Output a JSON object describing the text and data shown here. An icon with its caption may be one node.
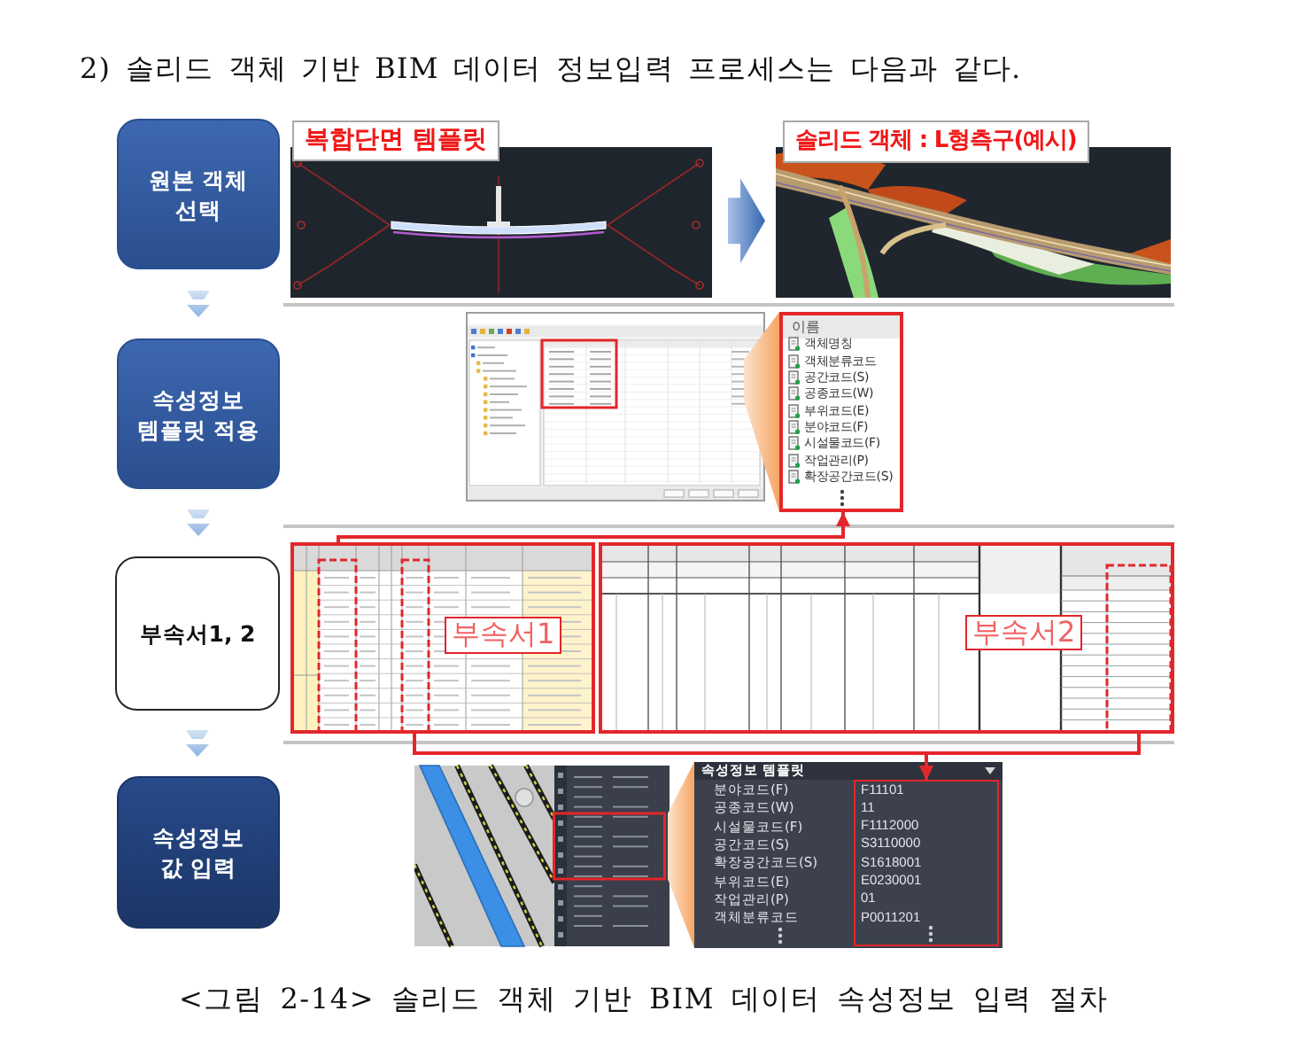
{
  "diagram": {
    "title": "2) 솔리드 객체 기반 BIM 데이터 정보입력 프로세스는 다음과 같다.",
    "caption": "<그림 2-14> 솔리드 객체 기반 BIM 데이터 속성정보 입력 절차",
    "nodes": [
      {
        "text": [
          "원본 객체 선택"
        ]
      },
      {
        "text": [
          "복합단면 템플릿"
        ]
      },
      {
        "text": [
          "솔리드 객체 : L형측구(예시)"
        ]
      },
      {
        "text": [
          "속성정보 템플릿 적용"
        ]
      },
      {
        "text": [],
        "shape": "picture"
      },
      {
        "text": [
          "이름",
          "객체명칭",
          "객체분류코드",
          "공간코드(S)",
          "공종코드(W)",
          "부위코드(E)",
          "분야코드(F)",
          "시설물코드(F)",
          "작업관리(P)",
          "확장공간코드(S)"
        ]
      },
      {
        "text": [
          "부속서1, 2"
        ]
      },
      {
        "text": [
          "부속서1"
        ]
      },
      {
        "text": [
          "부속서2"
        ]
      },
      {
        "text": [
          "속성정보 값 입력"
        ]
      },
      {
        "text": [],
        "shape": "picture"
      },
      {
        "text": [
          "속성정보 템플릿",
          "분야코드(F)",
          "공종코드(W)",
          "시설물코드(F)",
          "공간코드(S)",
          "확장공간코드(S)",
          "부위코드(E)",
          "작업관리(P)",
          "객체분류코드"
        ]
      },
      {
        "text": [
          "F11101",
          "11",
          "F1112000",
          "S3110000",
          "S1618001",
          "E0230001",
          "01",
          "P0011201"
        ],
        "in": 11
      }
    ],
    "edges": [
      {
        "from": 0,
        "to": 3,
        "arrow": "to",
        "color": "#8db3e2"
      },
      {
        "from": 1,
        "to": 2,
        "arrow": "to",
        "color": "#3566b0"
      },
      {
        "from": 3,
        "to": 6,
        "arrow": "to",
        "color": "#8db3e2"
      },
      {
        "from": 7,
        "to": 5,
        "arrow": "to",
        "color": "#e3262b"
      },
      {
        "from": 6,
        "to": 9,
        "arrow": "to",
        "color": "#8db3e2"
      },
      {
        "from": 7,
        "to": 12,
        "arrow": "to",
        "color": "#e3262b"
      },
      {
        "from": 8,
        "to": 12,
        "arrow": "to",
        "color": "#e3262b"
      }
    ]
  }
}
